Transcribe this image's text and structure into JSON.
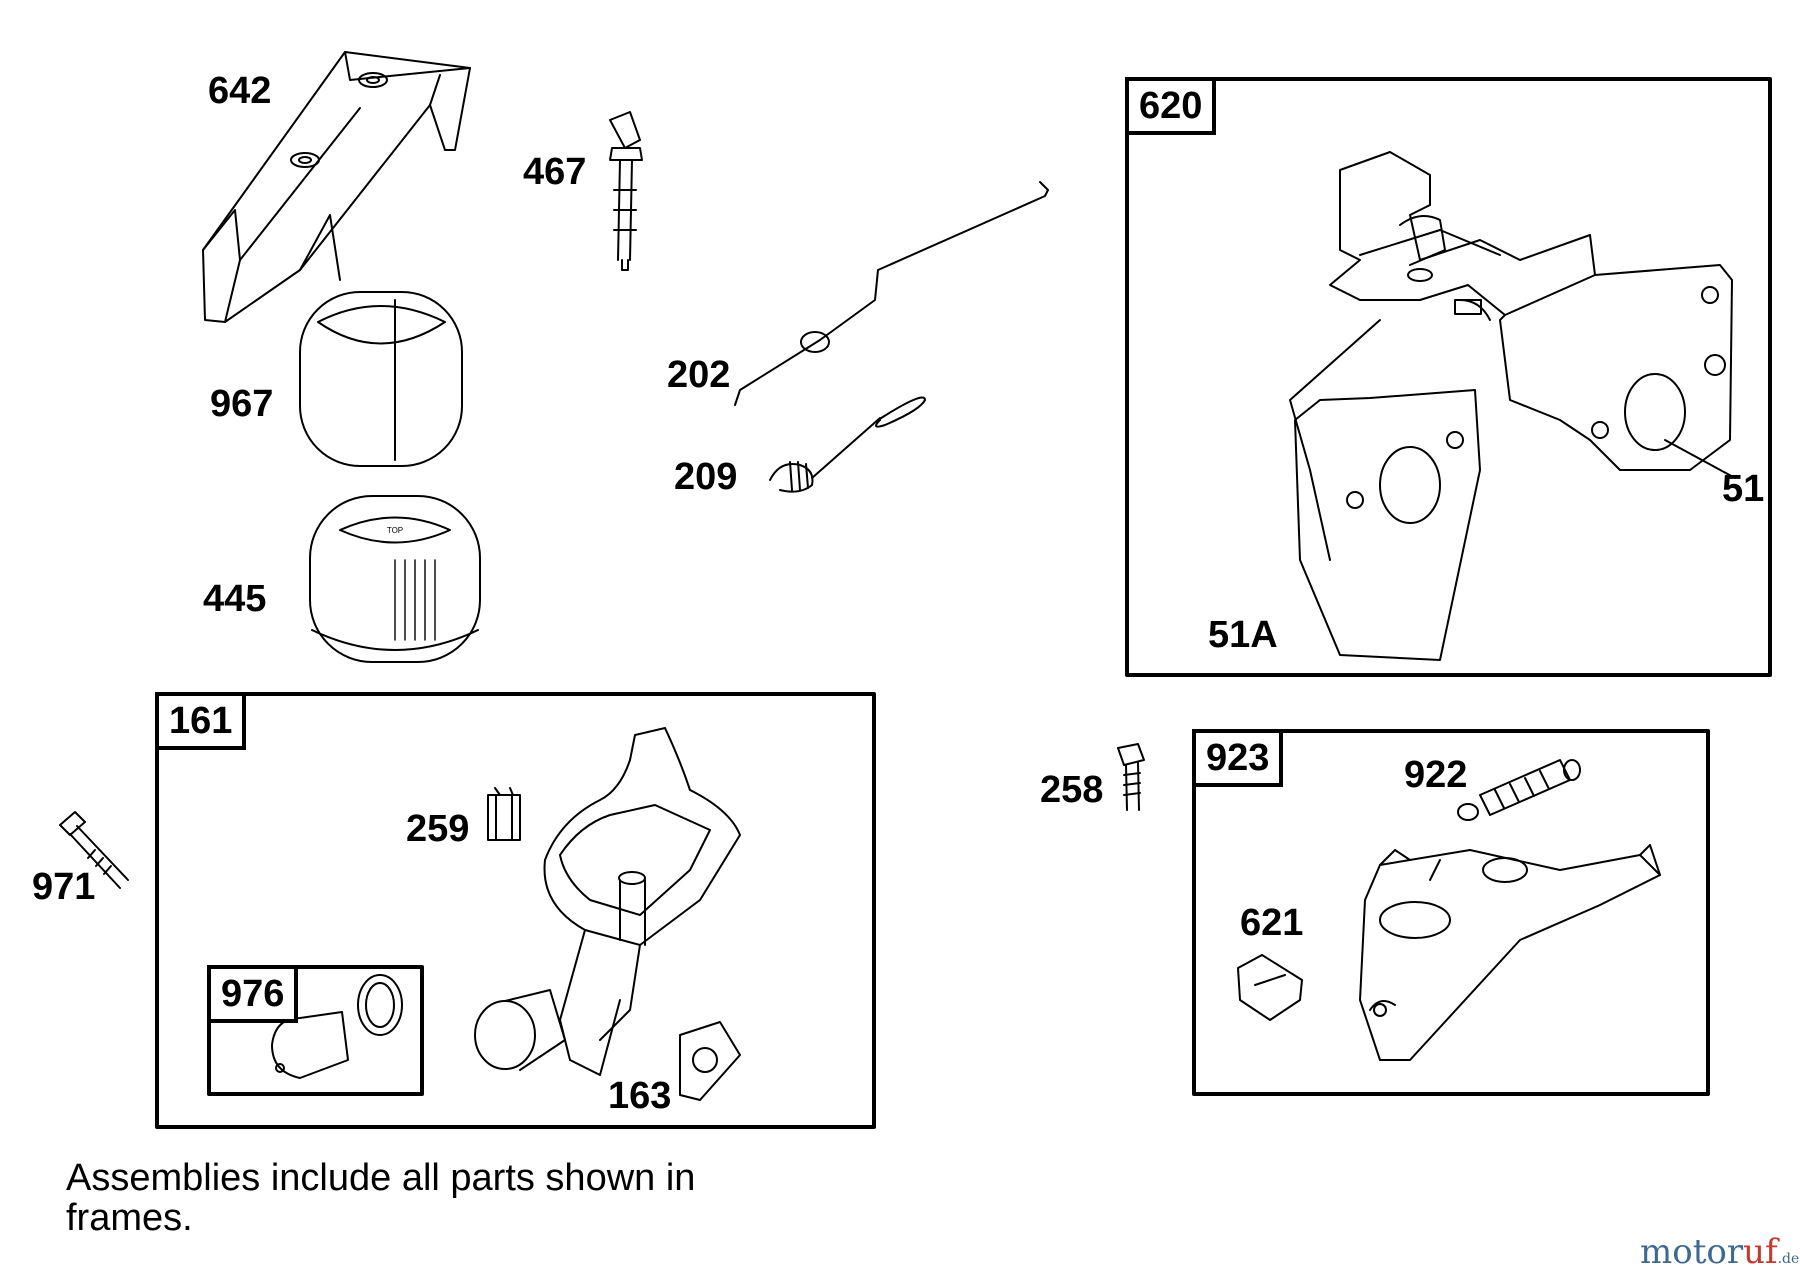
{
  "parts": {
    "p642": "642",
    "p467": "467",
    "p967": "967",
    "p202": "202",
    "p209": "209",
    "p445": "445",
    "p51": "51",
    "p51a": "51A",
    "p971": "971",
    "p259": "259",
    "p163": "163",
    "p258": "258",
    "p922": "922",
    "p621": "621"
  },
  "frames": {
    "f620": "620",
    "f161": "161",
    "f976": "976",
    "f923": "923"
  },
  "note": "Assemblies include all parts shown in frames.",
  "watermark": {
    "brand_a": "motor",
    "brand_b": "uf",
    "tld": ".de"
  },
  "colors": {
    "line": "#000000",
    "watermark_blue": "#3d6a8e",
    "watermark_red": "#c23a2e"
  }
}
